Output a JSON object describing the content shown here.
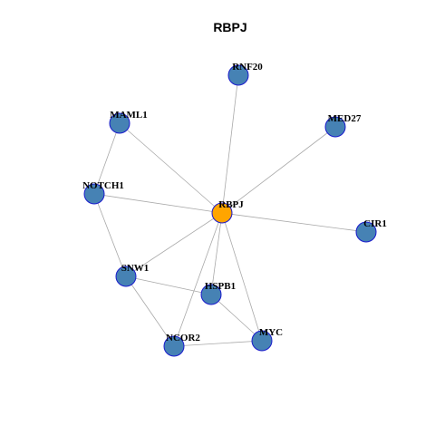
{
  "title": "RBPJ",
  "colors": {
    "hub": "#ffa500",
    "node": "#4682b4",
    "node_border": "#1a1acd",
    "edge": "#a9a9a9"
  },
  "nodes": [
    {
      "id": "RBPJ",
      "label": "RBPJ",
      "hub": true
    },
    {
      "id": "RNF20",
      "label": "RNF20"
    },
    {
      "id": "MAML1",
      "label": "MAML1"
    },
    {
      "id": "MED27",
      "label": "MED27"
    },
    {
      "id": "NOTCH1",
      "label": "NOTCH1"
    },
    {
      "id": "CIR1",
      "label": "CIR1"
    },
    {
      "id": "SNW1",
      "label": "SNW1"
    },
    {
      "id": "HSPB1",
      "label": "HSPB1"
    },
    {
      "id": "NCOR2",
      "label": "NCOR2"
    },
    {
      "id": "MYC",
      "label": "MYC"
    }
  ],
  "edges": [
    [
      "RBPJ",
      "RNF20"
    ],
    [
      "RBPJ",
      "MAML1"
    ],
    [
      "RBPJ",
      "MED27"
    ],
    [
      "RBPJ",
      "NOTCH1"
    ],
    [
      "RBPJ",
      "CIR1"
    ],
    [
      "RBPJ",
      "SNW1"
    ],
    [
      "RBPJ",
      "HSPB1"
    ],
    [
      "RBPJ",
      "NCOR2"
    ],
    [
      "RBPJ",
      "MYC"
    ],
    [
      "MAML1",
      "NOTCH1"
    ],
    [
      "NOTCH1",
      "SNW1"
    ],
    [
      "SNW1",
      "HSPB1"
    ],
    [
      "SNW1",
      "NCOR2"
    ],
    [
      "HSPB1",
      "MYC"
    ],
    [
      "NCOR2",
      "MYC"
    ]
  ]
}
